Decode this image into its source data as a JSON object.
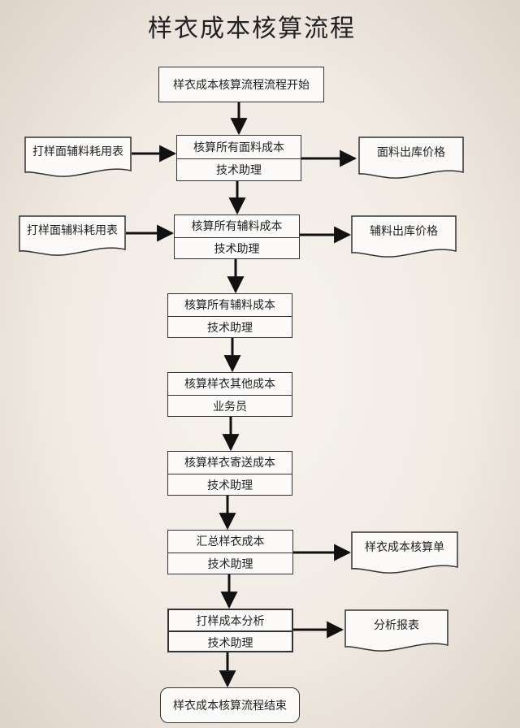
{
  "title": "样衣成本核算流程",
  "start": "样衣成本核算流程流程开始",
  "end": "样衣成本核算流程结束",
  "steps": [
    {
      "task": "核算所有面料成本",
      "role": "技术助理"
    },
    {
      "task": "核算所有辅料成本",
      "role": "技术助理"
    },
    {
      "task": "核算所有辅料成本",
      "role": "技术助理"
    },
    {
      "task": "核算样衣其他成本",
      "role": "业务员"
    },
    {
      "task": "核算样衣寄送成本",
      "role": "技术助理"
    },
    {
      "task": "汇总样衣成本",
      "role": "技术助理"
    },
    {
      "task": "打样成本分析",
      "role": "技术助理"
    }
  ],
  "inputs": [
    "打样面辅料耗用表",
    "打样面辅料耗用表"
  ],
  "outputs": [
    "面料出库价格",
    "辅料出库价格",
    "样衣成本核算单",
    "分析报表"
  ]
}
